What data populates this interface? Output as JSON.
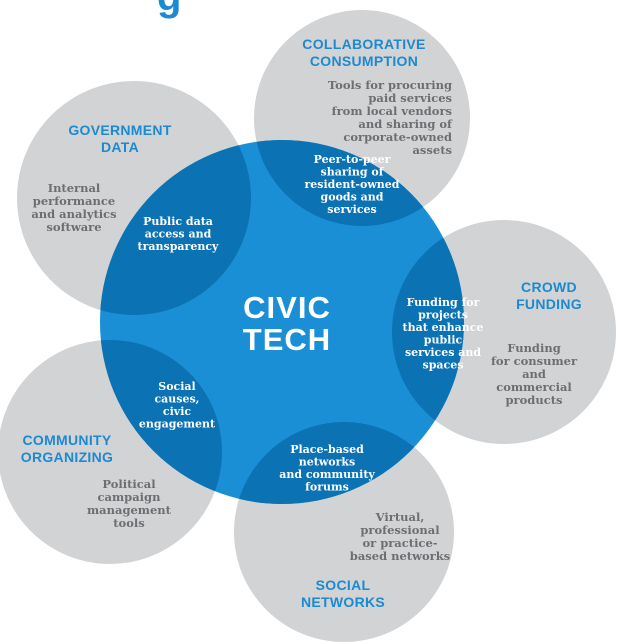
{
  "header_fragment": "g",
  "colors": {
    "outer_circle": "#d2d3d5",
    "center_circle": "#1a8fd6",
    "overlap": "#0b72b4",
    "heading": "#1b8ad0",
    "body_text": "#6d6e71"
  },
  "center": {
    "line1": "CIVIC",
    "line2": "TECH"
  },
  "outer": {
    "collaborative": {
      "title": [
        "COLLABORATIVE",
        "CONSUMPTION"
      ],
      "description": [
        "Tools for procuring",
        "paid services",
        "from local vendors",
        "and sharing of",
        "corporate-owned",
        "assets"
      ]
    },
    "government": {
      "title": [
        "GOVERNMENT",
        "DATA"
      ],
      "description": [
        "Internal",
        "performance",
        "and analytics",
        "software"
      ]
    },
    "crowd": {
      "title": [
        "CROWD",
        "FUNDING"
      ],
      "description": [
        "Funding",
        "for consumer",
        "and",
        "commercial",
        "products"
      ]
    },
    "community": {
      "title": [
        "COMMUNITY",
        "ORGANIZING"
      ],
      "description": [
        "Political",
        "campaign",
        "management",
        "tools"
      ]
    },
    "social": {
      "title": [
        "SOCIAL",
        "NETWORKS"
      ],
      "description": [
        "Virtual,",
        "professional",
        "or practice-",
        "based networks"
      ]
    }
  },
  "overlaps": {
    "collaborative": [
      "Peer-to-peer",
      "sharing of",
      "resident-owned",
      "goods and",
      "services"
    ],
    "government": [
      "Public data",
      "access and",
      "transparency"
    ],
    "crowd": [
      "Funding for",
      "projects",
      "that enhance",
      "public",
      "services and",
      "spaces"
    ],
    "community": [
      "Social",
      "causes,",
      "civic",
      "engagement"
    ],
    "social": [
      "Place-based",
      "networks",
      "and community",
      "forums"
    ]
  }
}
